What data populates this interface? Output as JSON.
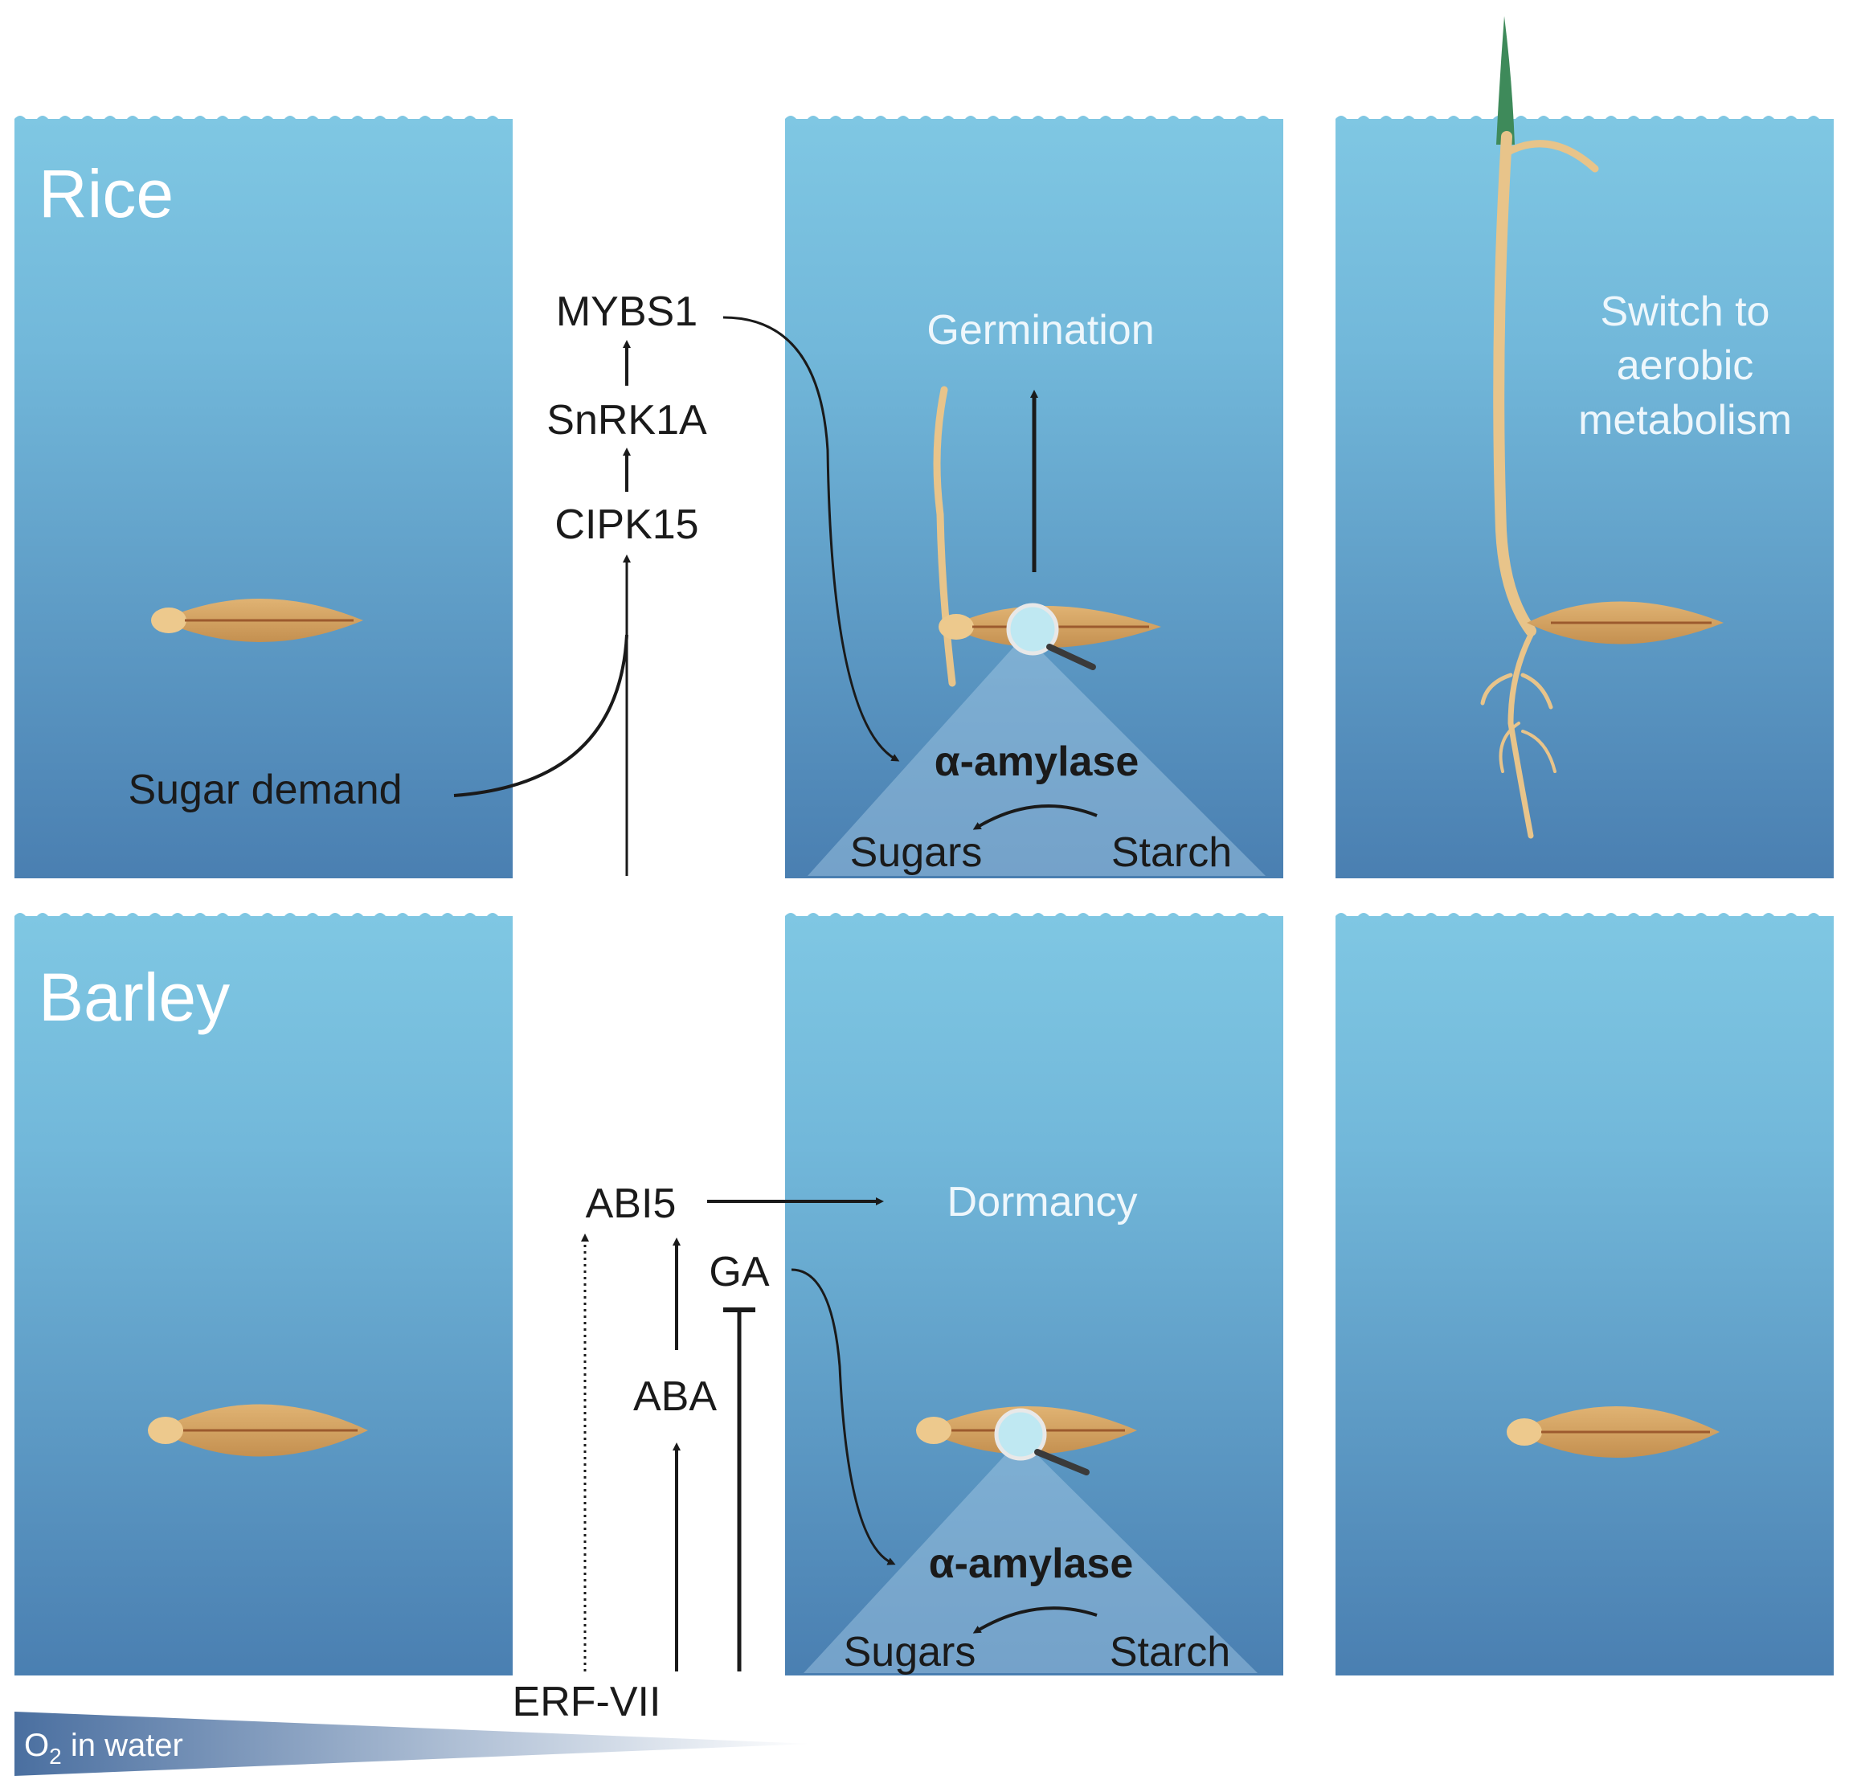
{
  "rows": {
    "rice": {
      "label": "Rice"
    },
    "barley": {
      "label": "Barley"
    }
  },
  "rice_pathway": {
    "mybs1": "MYBS1",
    "snrk1a": "SnRK1A",
    "cipk15": "CIPK15",
    "sugar_demand": "Sugar demand",
    "germination": "Germination",
    "alpha_amylase": "α-amylase",
    "sugars": "Sugars",
    "starch": "Starch",
    "switch_line1": "Switch to",
    "switch_line2": "aerobic",
    "switch_line3": "metabolism"
  },
  "barley_pathway": {
    "abi5": "ABI5",
    "dormancy": "Dormancy",
    "ga": "GA",
    "aba": "ABA",
    "erf_vii": "ERF-VII",
    "alpha_amylase": "α-amylase",
    "sugars": "Sugars",
    "starch": "Starch"
  },
  "o2_gradient": {
    "label_o": "O",
    "label_sub": "2",
    "label_rest": " in water"
  },
  "colors": {
    "water_top": "#7fc7e3",
    "water_bottom": "#4a7fb1",
    "seed": "#d4a66a",
    "seed_line": "#9c5a2e",
    "sprout": "#e8c48a",
    "leaf": "#3e8a5a",
    "arrow": "#1a1a1a"
  }
}
